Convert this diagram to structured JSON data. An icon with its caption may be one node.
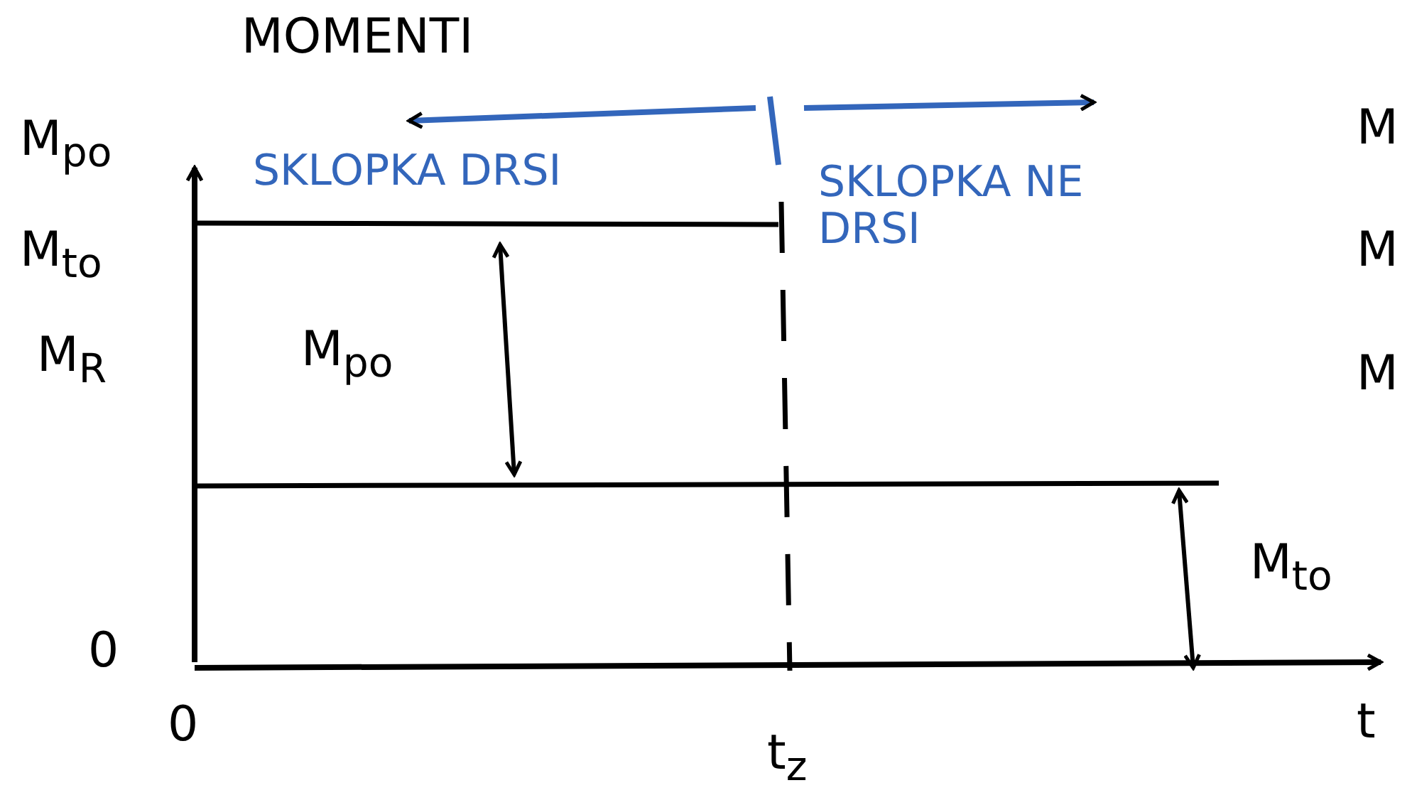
{
  "diagram": {
    "title": "MOMENTI",
    "labels": [
      "M$_{po}$",
      "SKLOPKA DRSI",
      "SKLOPKA NE DRSI",
      "M",
      "M$_{to}$",
      "M",
      "M$_{po}$",
      "M$_{R}$",
      "M",
      "M$_{to}$",
      "0",
      "0",
      "t$_{z}$",
      "t"
    ]
  }
}
